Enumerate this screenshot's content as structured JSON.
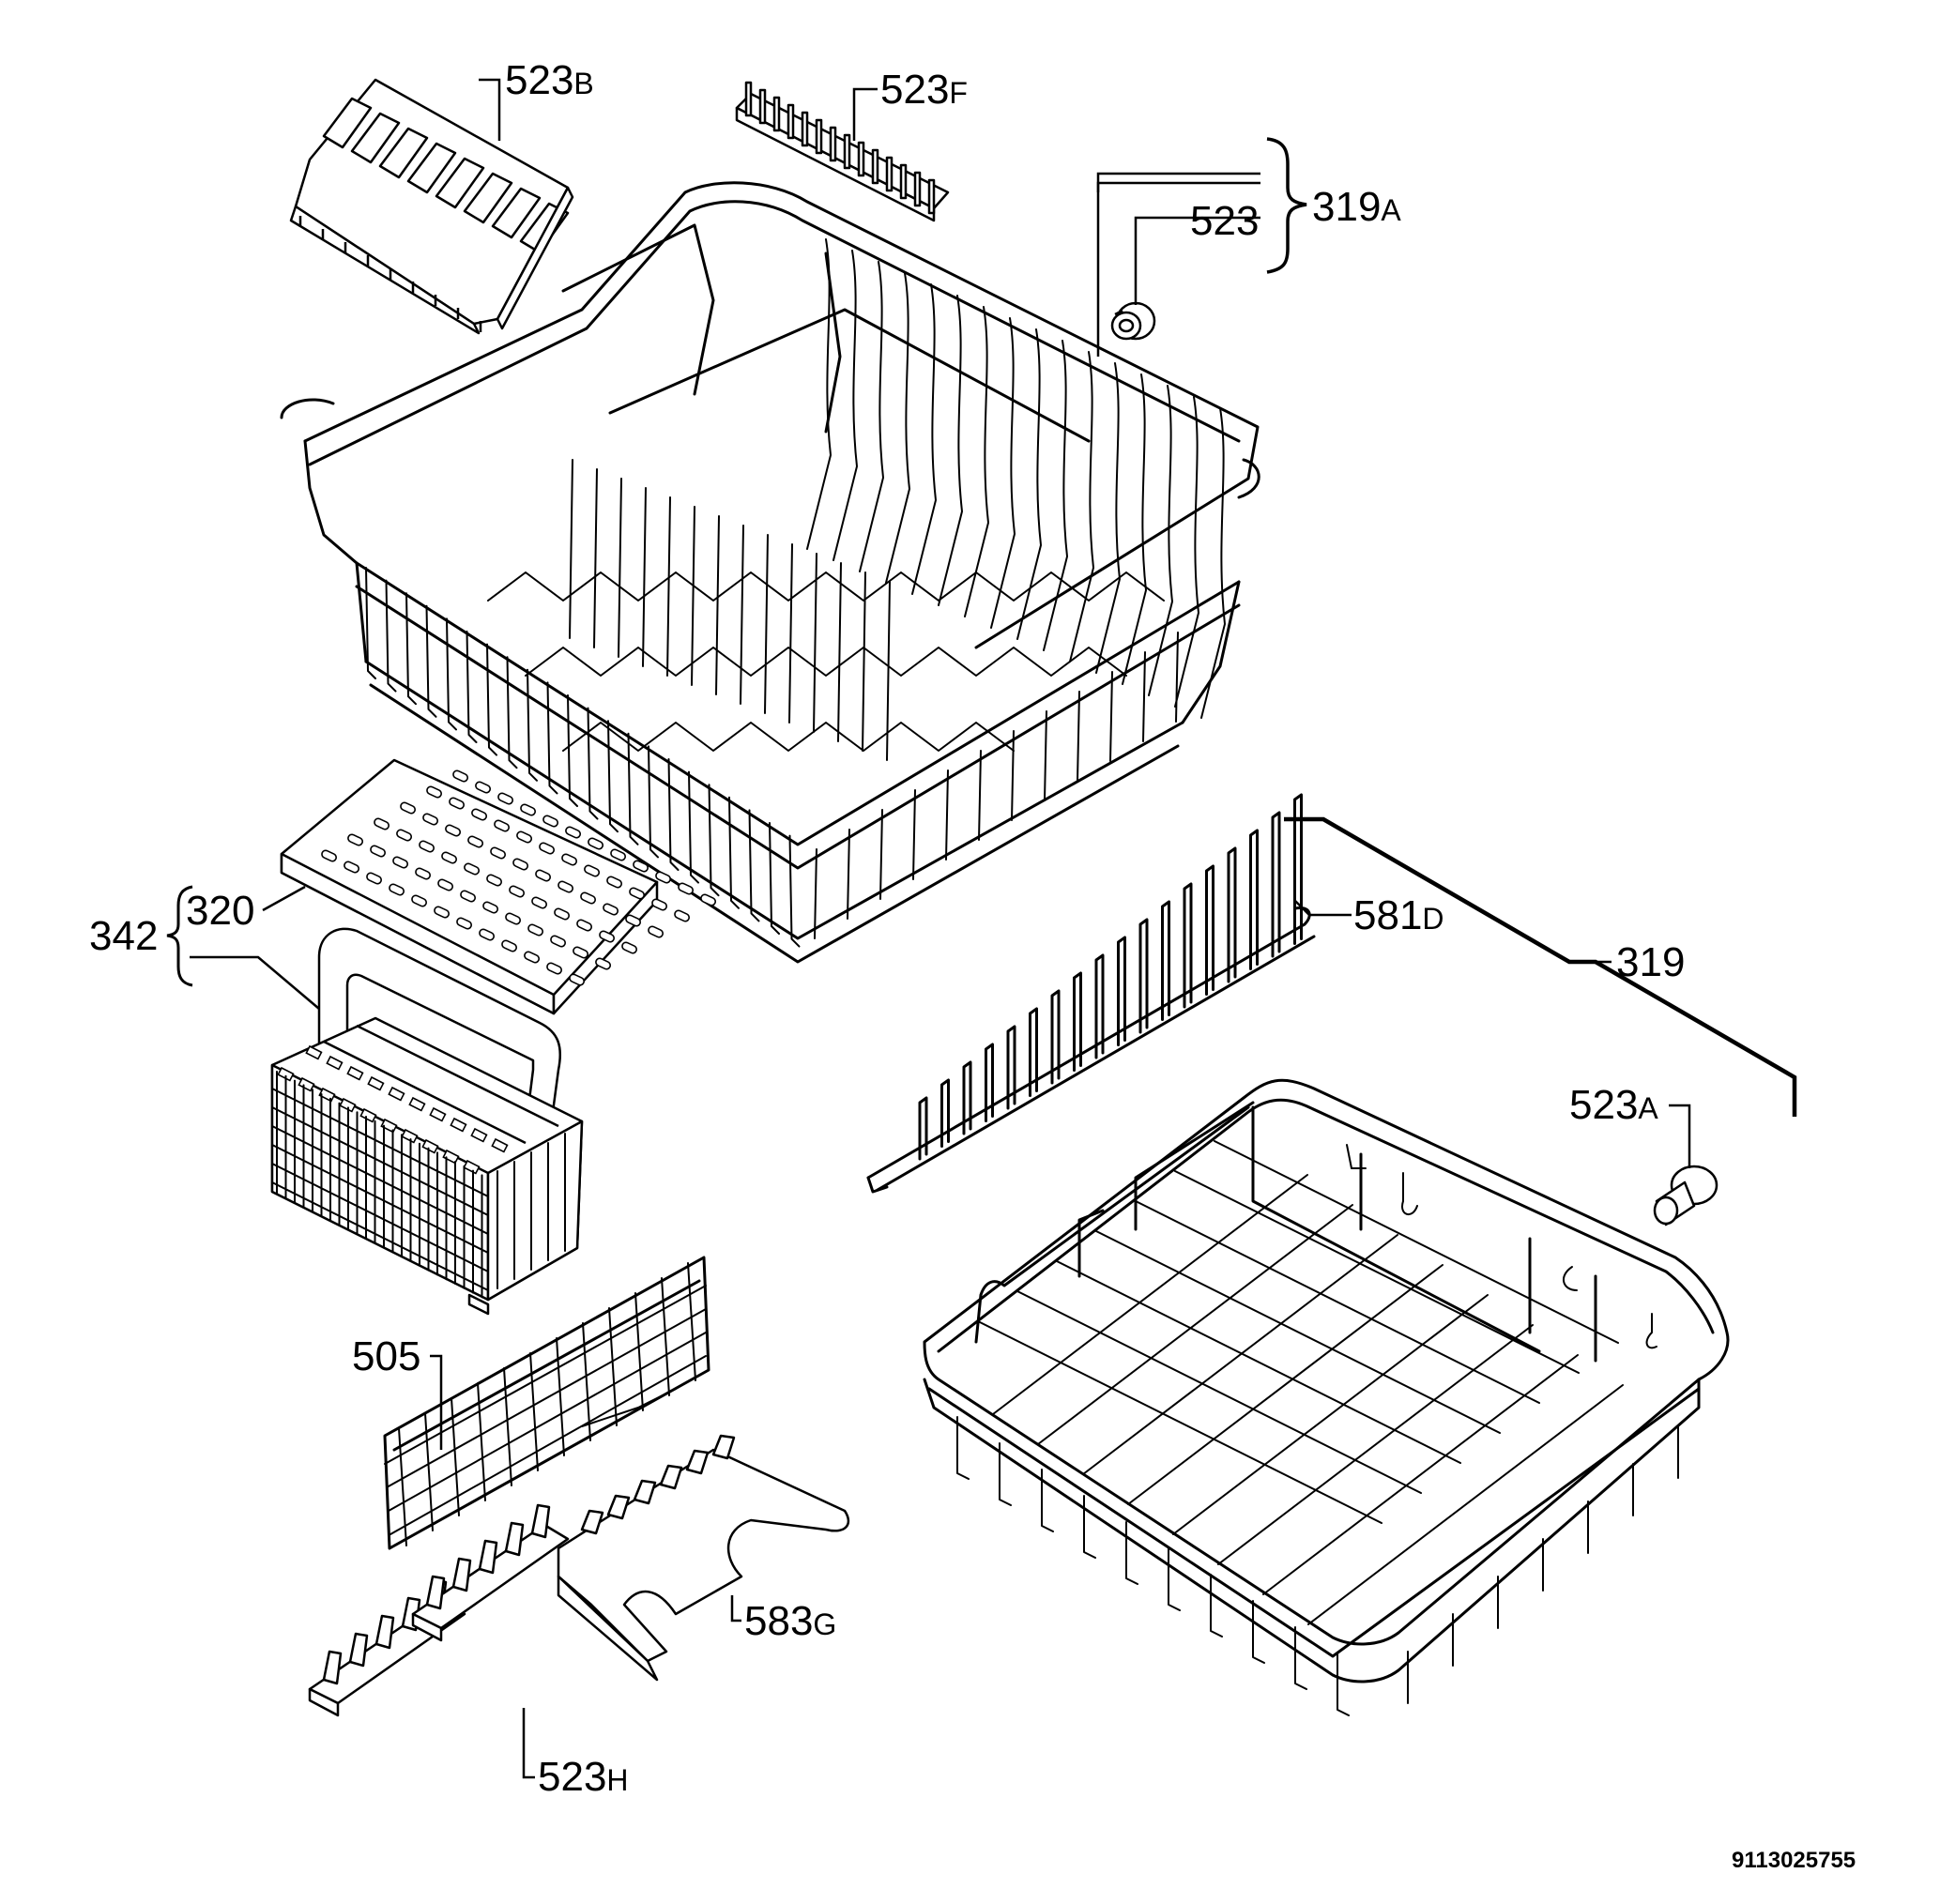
{
  "labels": {
    "l523B": {
      "num": "523",
      "suffix": "B"
    },
    "l523F": {
      "num": "523",
      "suffix": "F"
    },
    "l319A": {
      "num": "319",
      "suffix": "A"
    },
    "l523": {
      "num": "523",
      "suffix": ""
    },
    "l342": {
      "num": "342",
      "suffix": ""
    },
    "l320": {
      "num": "320",
      "suffix": ""
    },
    "l581D": {
      "num": "581",
      "suffix": "D"
    },
    "l319": {
      "num": "319",
      "suffix": ""
    },
    "l523A": {
      "num": "523",
      "suffix": "A"
    },
    "l505": {
      "num": "505",
      "suffix": ""
    },
    "l583G": {
      "num": "583",
      "suffix": "G"
    },
    "l523H": {
      "num": "523",
      "suffix": "H"
    }
  },
  "document_number": "9113025755"
}
